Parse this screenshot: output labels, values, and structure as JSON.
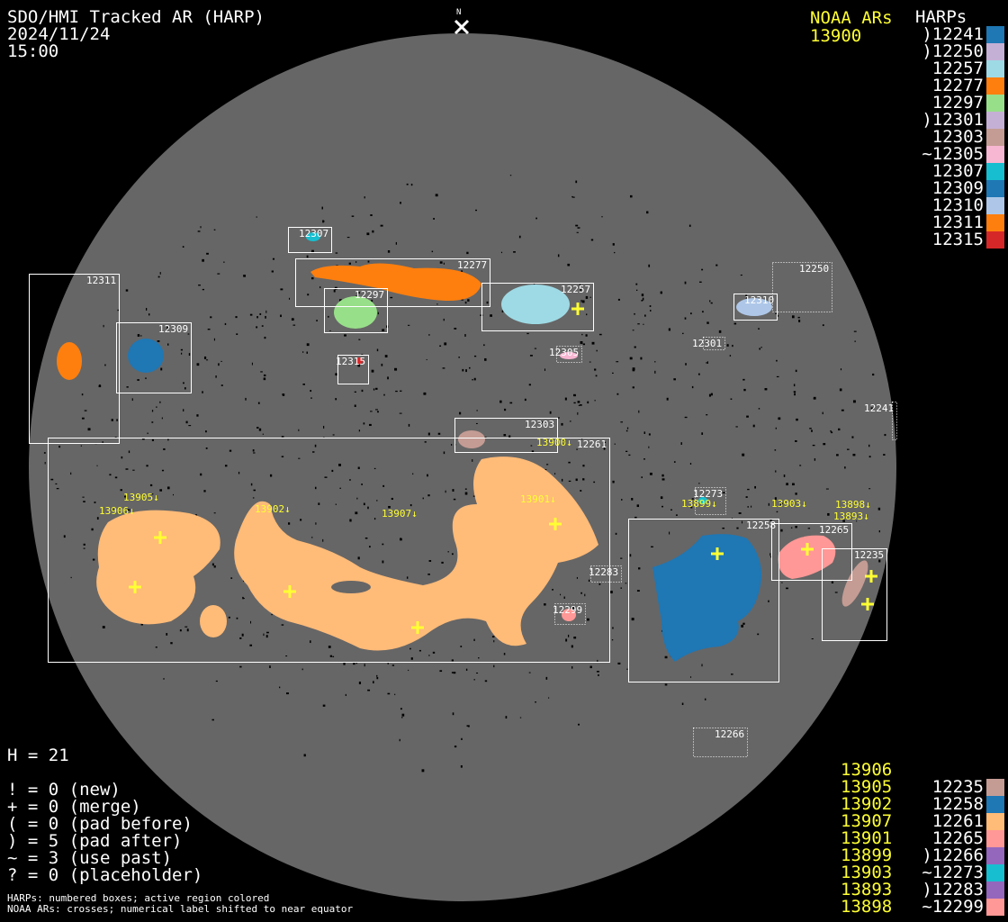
{
  "header": {
    "title": "SDO/HMI Tracked AR (HARP)",
    "date": "2024/11/24",
    "time": "15:00",
    "north_label": "N"
  },
  "noaa_top": {
    "title": "NOAA ARs",
    "items": [
      "13900"
    ]
  },
  "harps_top": {
    "title": "HARPs",
    "items": [
      {
        "label": ")12241",
        "color": "#1f77b4"
      },
      {
        "label": ")12250",
        "color": "#c5b0d5"
      },
      {
        "label": "12257",
        "color": "#9edae5"
      },
      {
        "label": "12277",
        "color": "#ff7f0e"
      },
      {
        "label": "12297",
        "color": "#98df8a"
      },
      {
        "label": ")12301",
        "color": "#c5b0d5"
      },
      {
        "label": "12303",
        "color": "#c49c94"
      },
      {
        "label": "~12305",
        "color": "#f7b6d2"
      },
      {
        "label": "12307",
        "color": "#17becf"
      },
      {
        "label": "12309",
        "color": "#1f77b4"
      },
      {
        "label": "12310",
        "color": "#aec7e8"
      },
      {
        "label": "12311",
        "color": "#ff7f0e"
      },
      {
        "label": "12315",
        "color": "#d62728"
      }
    ]
  },
  "bottom_legend": {
    "noaa": [
      "13906",
      "13905",
      "13902",
      "13907",
      "13901",
      "13899",
      "13903",
      "13893",
      "13898"
    ],
    "harps": [
      {
        "label": "12235",
        "color": "#c49c94"
      },
      {
        "label": "12258",
        "color": "#1f77b4"
      },
      {
        "label": "12261",
        "color": "#ffbb78"
      },
      {
        "label": "12265",
        "color": "#ff9896"
      },
      {
        "label": ")12266",
        "color": "#9467bd"
      },
      {
        "label": "~12273",
        "color": "#17becf"
      },
      {
        "label": ")12283",
        "color": "#9467bd"
      },
      {
        "label": "~12299",
        "color": "#ff9896"
      }
    ]
  },
  "stats": {
    "h": "H = 21",
    "lines": [
      "! = 0 (new)",
      "+ = 0 (merge)",
      "( = 0 (pad before)",
      ") = 5 (pad after)",
      "~ = 3 (use past)",
      "? = 0 (placeholder)"
    ]
  },
  "notes": [
    "HARPs: numbered boxes; active region colored",
    "NOAA ARs: crosses; numerical label shifted to near equator"
  ],
  "disk_harp_labels": [
    "12307",
    "12277",
    "12297",
    "12257",
    "12311",
    "12309",
    "12315",
    "12305",
    "12310",
    "12250",
    "12301",
    "12241",
    "12303",
    "12261",
    "12273",
    "12258",
    "12265",
    "12235",
    "12283",
    "12299",
    "12266"
  ],
  "disk_noaa_labels": [
    "13900↓",
    "13905↓",
    "13906↓",
    "13902↓",
    "13907↓",
    "13901↓",
    "13899↓",
    "13903↓",
    "13898↓",
    "13893↓"
  ],
  "colors": {
    "disk": "#666666",
    "box": "#ffffff",
    "noaa": "#ffff33"
  }
}
